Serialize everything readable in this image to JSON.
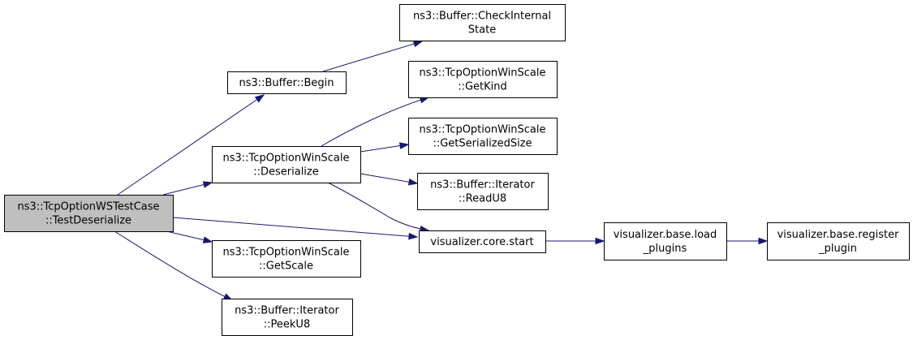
{
  "diagram": {
    "colors": {
      "edge": "#191970",
      "node_fill": "#ffffff",
      "root_fill": "#bfbfbf",
      "border": "#000000"
    },
    "nodes": {
      "test_deserialize": {
        "lines": [
          "ns3::TcpOptionWSTestCase",
          "::TestDeserialize"
        ],
        "root": true
      },
      "buffer_begin": {
        "lines": [
          "ns3::Buffer::Begin"
        ]
      },
      "check_internal_state": {
        "lines": [
          "ns3::Buffer::CheckInternal",
          "State"
        ]
      },
      "winscale_deserialize": {
        "lines": [
          "ns3::TcpOptionWinScale",
          "::Deserialize"
        ]
      },
      "winscale_getkind": {
        "lines": [
          "ns3::TcpOptionWinScale",
          "::GetKind"
        ]
      },
      "winscale_getserializedsize": {
        "lines": [
          "ns3::TcpOptionWinScale",
          "::GetSerializedSize"
        ]
      },
      "iterator_readu8": {
        "lines": [
          "ns3::Buffer::Iterator",
          "::ReadU8"
        ]
      },
      "visualizer_core_start": {
        "lines": [
          "visualizer.core.start"
        ]
      },
      "visualizer_load_plugins": {
        "lines": [
          "visualizer.base.load",
          "_plugins"
        ]
      },
      "visualizer_register_plugin": {
        "lines": [
          "visualizer.base.register",
          "_plugin"
        ]
      },
      "winscale_getscale": {
        "lines": [
          "ns3::TcpOptionWinScale",
          "::GetScale"
        ]
      },
      "iterator_peeku8": {
        "lines": [
          "ns3::Buffer::Iterator",
          "::PeekU8"
        ]
      }
    },
    "edges": [
      {
        "from": "test_deserialize",
        "to": "buffer_begin"
      },
      {
        "from": "test_deserialize",
        "to": "winscale_deserialize"
      },
      {
        "from": "test_deserialize",
        "to": "visualizer_core_start"
      },
      {
        "from": "test_deserialize",
        "to": "winscale_getscale"
      },
      {
        "from": "test_deserialize",
        "to": "iterator_peeku8"
      },
      {
        "from": "buffer_begin",
        "to": "check_internal_state"
      },
      {
        "from": "winscale_deserialize",
        "to": "winscale_getkind"
      },
      {
        "from": "winscale_deserialize",
        "to": "winscale_getserializedsize"
      },
      {
        "from": "winscale_deserialize",
        "to": "iterator_readu8"
      },
      {
        "from": "winscale_deserialize",
        "to": "visualizer_core_start"
      },
      {
        "from": "visualizer_core_start",
        "to": "visualizer_load_plugins"
      },
      {
        "from": "visualizer_load_plugins",
        "to": "visualizer_register_plugin"
      }
    ]
  }
}
